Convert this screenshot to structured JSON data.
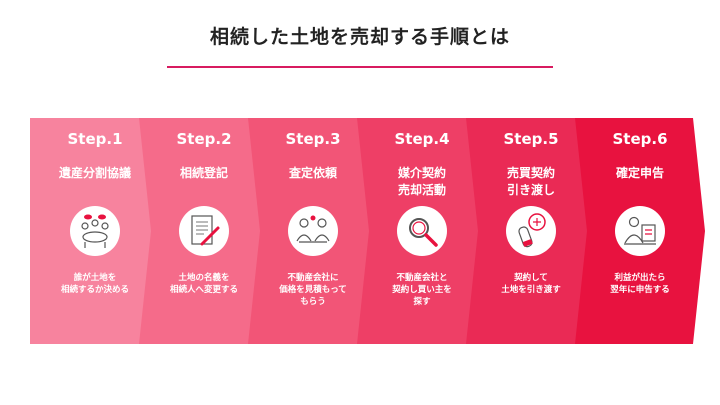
{
  "title": "相続した土地を売却する手順とは",
  "steps": [
    {
      "label": "Step.1",
      "name": "遺産分割協議",
      "desc": "誰が土地を\n相続するか決める",
      "icon": "family-meeting-icon",
      "color": "#f7839e"
    },
    {
      "label": "Step.2",
      "name": "相続登記",
      "desc": "土地の名義を\n相続人へ変更する",
      "icon": "document-pen-icon",
      "color": "#f56b8a"
    },
    {
      "label": "Step.3",
      "name": "査定依頼",
      "desc": "不動産会社に\n価格を見積もって\nもらう",
      "icon": "consultation-icon",
      "color": "#f25577"
    },
    {
      "label": "Step.4",
      "name": "媒介契約\n売却活動",
      "desc": "不動産会社と\n契約し買い主を\n探す",
      "icon": "magnifier-icon",
      "color": "#ee3f66"
    },
    {
      "label": "Step.5",
      "name": "売買契約\n引き渡し",
      "desc": "契約して\n土地を引き渡す",
      "icon": "seal-stamp-icon",
      "color": "#ea2a55"
    },
    {
      "label": "Step.6",
      "name": "確定申告",
      "desc": "利益が出たら\n翌年に申告する",
      "icon": "tax-filing-icon",
      "color": "#e8123f"
    }
  ]
}
